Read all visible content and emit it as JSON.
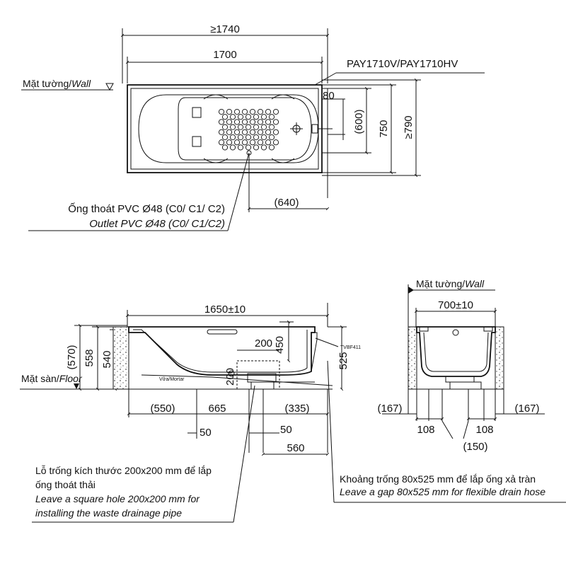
{
  "top_view": {
    "overall_width": "≥1740",
    "tub_length": "1700",
    "model": "PAY1710V/PAY1710HV",
    "wall_label_vi": "Mặt tường/",
    "wall_label_en": "Wall",
    "dim_80": "80",
    "dim_600": "(600)",
    "dim_750": "750",
    "dim_790": "≥790",
    "dim_640": "(640)",
    "outlet_vi": "Ống thoát PVC Ø48 (C0/ C1/ C2)",
    "outlet_en": "Outlet PVC Ø48 (C0/ C1/C2)"
  },
  "side_view": {
    "dim_1650": "1650±10",
    "dim_570": "(570)",
    "dim_558": "558",
    "dim_540": "540",
    "dim_200a": "200",
    "dim_450": "450",
    "dim_200b": "200",
    "dim_525": "525",
    "dim_550": "(550)",
    "dim_665": "665",
    "dim_335": "(335)",
    "dim_50a": "50",
    "dim_50b": "50",
    "dim_560": "560",
    "floor_vi": "Mặt sàn/",
    "floor_en": "Floor",
    "mortar": "Vữa/Mortar",
    "tvbf": "TVBF411"
  },
  "end_view": {
    "wall_vi": "Mặt tường/",
    "wall_en": "Wall",
    "dim_700": "700±10",
    "dim_167a": "(167)",
    "dim_167b": "(167)",
    "dim_108a": "108",
    "dim_108b": "108",
    "dim_150": "(150)"
  },
  "notes": {
    "hole_vi_1": "Lỗ trống kích thước 200x200 mm để lắp",
    "hole_vi_2": "ống thoát thải",
    "hole_en_1": "Leave a square hole  200x200 mm for",
    "hole_en_2": "installing the waste drainage pipe",
    "gap_vi": "Khoảng trống 80x525 mm để lắp ống xả tràn",
    "gap_en": "Leave a gap 80x525 mm for flexible drain hose"
  }
}
